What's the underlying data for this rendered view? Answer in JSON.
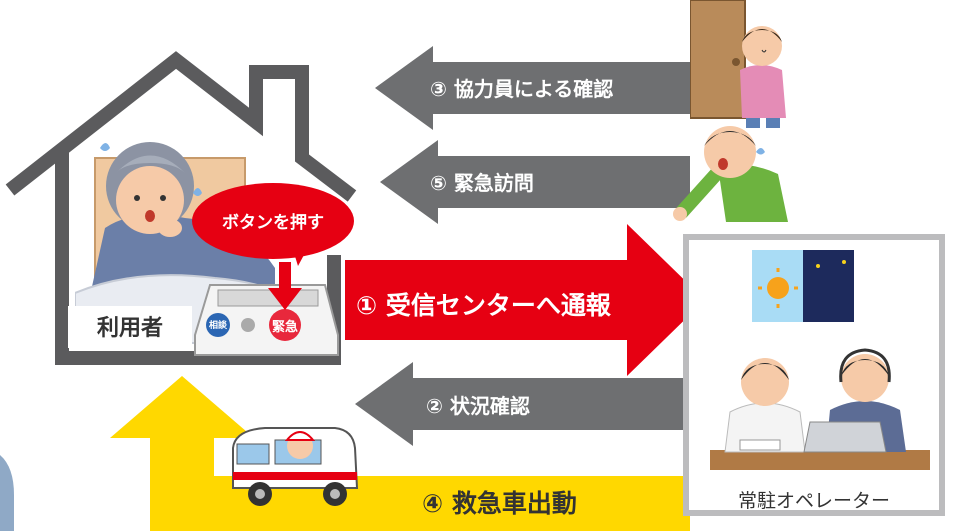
{
  "house": {
    "user_label": "利用者",
    "speech_bubble": "ボタンを押す",
    "device_btn_consult": "相談",
    "device_btn_emergency": "緊急"
  },
  "arrows": {
    "step3": "③ 協力員による確認",
    "step5": "⑤ 緊急訪問",
    "step1": "① 受信センターへ通報",
    "step2": "② 状況確認",
    "step4": "④ 救急車出動"
  },
  "center": {
    "label": "常駐オペレーター"
  },
  "colors": {
    "gray_arrow": "#6e6f71",
    "red_arrow": "#e60012",
    "yellow_arrow": "#ffd800",
    "house_outline": "#5b5b5d",
    "bubble": "#e60012"
  },
  "icons": [
    "house-icon",
    "elderly-person-icon",
    "emergency-device-icon",
    "helper-at-door-icon",
    "running-man-icon",
    "day-night-icon",
    "operators-icon",
    "ambulance-icon"
  ]
}
